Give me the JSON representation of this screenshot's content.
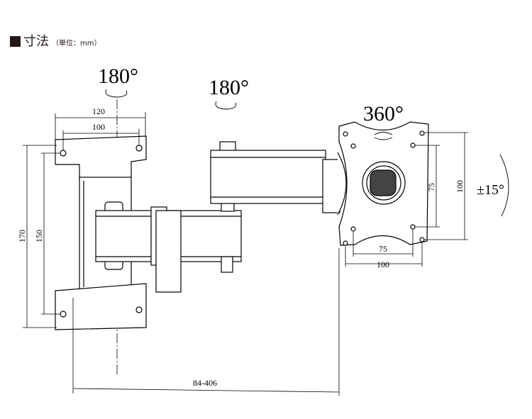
{
  "header": {
    "title": "寸法",
    "unit": "（単位：mm）"
  },
  "labels": {
    "rot_wall": "180°",
    "rot_arm": "180°",
    "rot_plate": "360°",
    "tilt": "±15°"
  },
  "dimensions": {
    "wall_w_outer": "120",
    "wall_w_inner": "100",
    "wall_h_outer": "170",
    "wall_h_inner": "150",
    "vesa_v_inner": "75",
    "vesa_v_outer": "100",
    "vesa_h_inner": "75",
    "vesa_h_outer": "100",
    "extension": "84-406"
  }
}
